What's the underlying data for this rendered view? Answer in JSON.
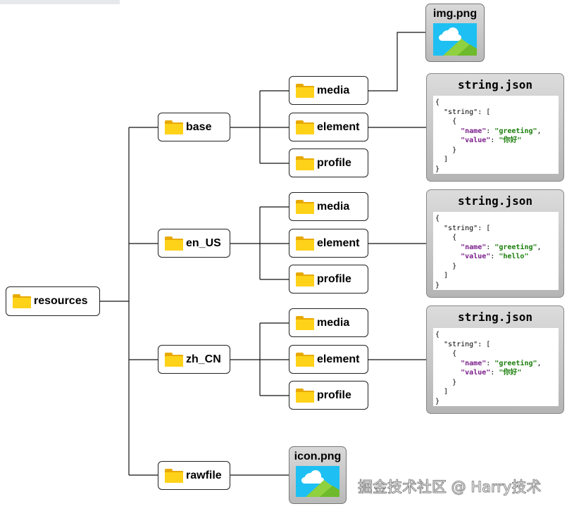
{
  "tree": {
    "root": "resources",
    "locales": [
      "base",
      "en_US",
      "zh_CN"
    ],
    "rawfile": "rawfile",
    "subfolders": [
      "media",
      "element",
      "profile"
    ]
  },
  "images": {
    "img": "img.png",
    "icon": "icon.png"
  },
  "json_cards": [
    {
      "title": "string.json",
      "open_brace": "{",
      "string_key": "  \"string\": [",
      "open_obj": "    {",
      "name_key": "\"name\"",
      "name_value": "\"greeting\"",
      "value_key": "\"value\"",
      "value_value": "\"你好\"",
      "close_obj": "    }",
      "close_arr": "  ]",
      "close_brace": "}"
    },
    {
      "title": "string.json",
      "open_brace": "{",
      "string_key": "  \"string\": [",
      "open_obj": "    {",
      "name_key": "\"name\"",
      "name_value": "\"greeting\"",
      "value_key": "\"value\"",
      "value_value": "\"hello\"",
      "close_obj": "    }",
      "close_arr": "  ]",
      "close_brace": "}"
    },
    {
      "title": "string.json",
      "open_brace": "{",
      "string_key": "  \"string\": [",
      "open_obj": "    {",
      "name_key": "\"name\"",
      "name_value": "\"greeting\"",
      "value_key": "\"value\"",
      "value_value": "\"你好\"",
      "close_obj": "    }",
      "close_arr": "  ]",
      "close_brace": "}"
    }
  ],
  "watermark": "掘金技术社区 @ Harry技术",
  "colors": {
    "folder_front": "#ffd21a",
    "folder_back": "#e8a900",
    "json_key": "#7a1d8a",
    "json_value": "#1a7d0a",
    "sky": "#1ec0f3",
    "hill": "#8fd13f"
  }
}
